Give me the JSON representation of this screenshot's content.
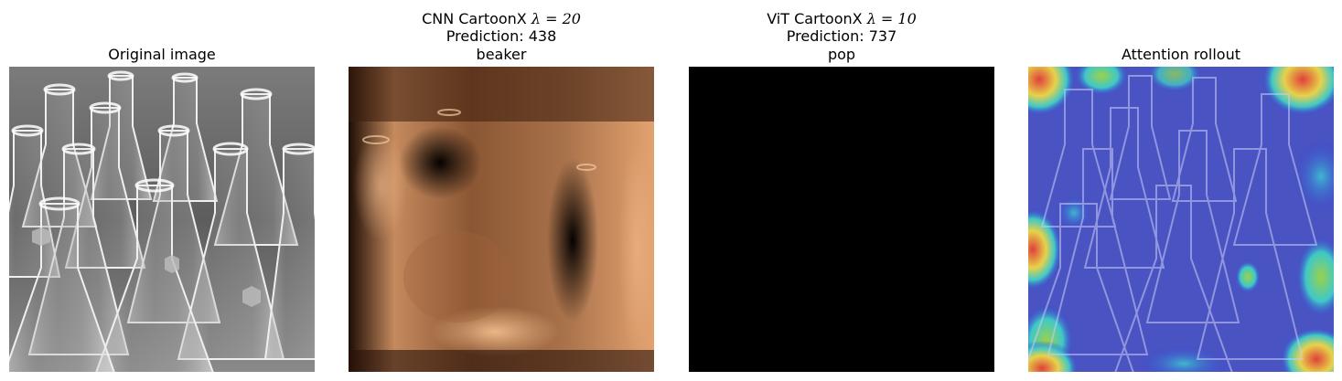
{
  "panels": [
    {
      "id": "original",
      "title_lines": [
        "Original image"
      ]
    },
    {
      "id": "cnn-cartoonx",
      "title_lines": [
        "CNN CartoonX λ = 20",
        "Prediction: 438",
        "beaker"
      ],
      "model": "CNN CartoonX",
      "lambda": "λ = 20",
      "prediction": "Prediction: 438",
      "label": "beaker"
    },
    {
      "id": "vit-cartoonx",
      "title_lines": [
        "ViT CartoonX λ = 10",
        "Prediction: 737",
        "pop"
      ],
      "model": "ViT CartoonX",
      "lambda": "λ = 10",
      "prediction": "Prediction: 737",
      "label": "pop"
    },
    {
      "id": "attention-rollout",
      "title_lines": [
        "Attention rollout"
      ]
    }
  ],
  "colors": {
    "background": "#ffffff",
    "grayscale_bg": "#6e6e6e",
    "copper_dark": "#1a0b04",
    "copper_mid": "#7a4a2c",
    "copper_light": "#e8a877",
    "vit_fill": "#000000",
    "rollout_base": "#3340d6",
    "rollout_hot": "#e0403a",
    "rollout_warm": "#e7d24a",
    "rollout_cool": "#3fc8c8"
  }
}
